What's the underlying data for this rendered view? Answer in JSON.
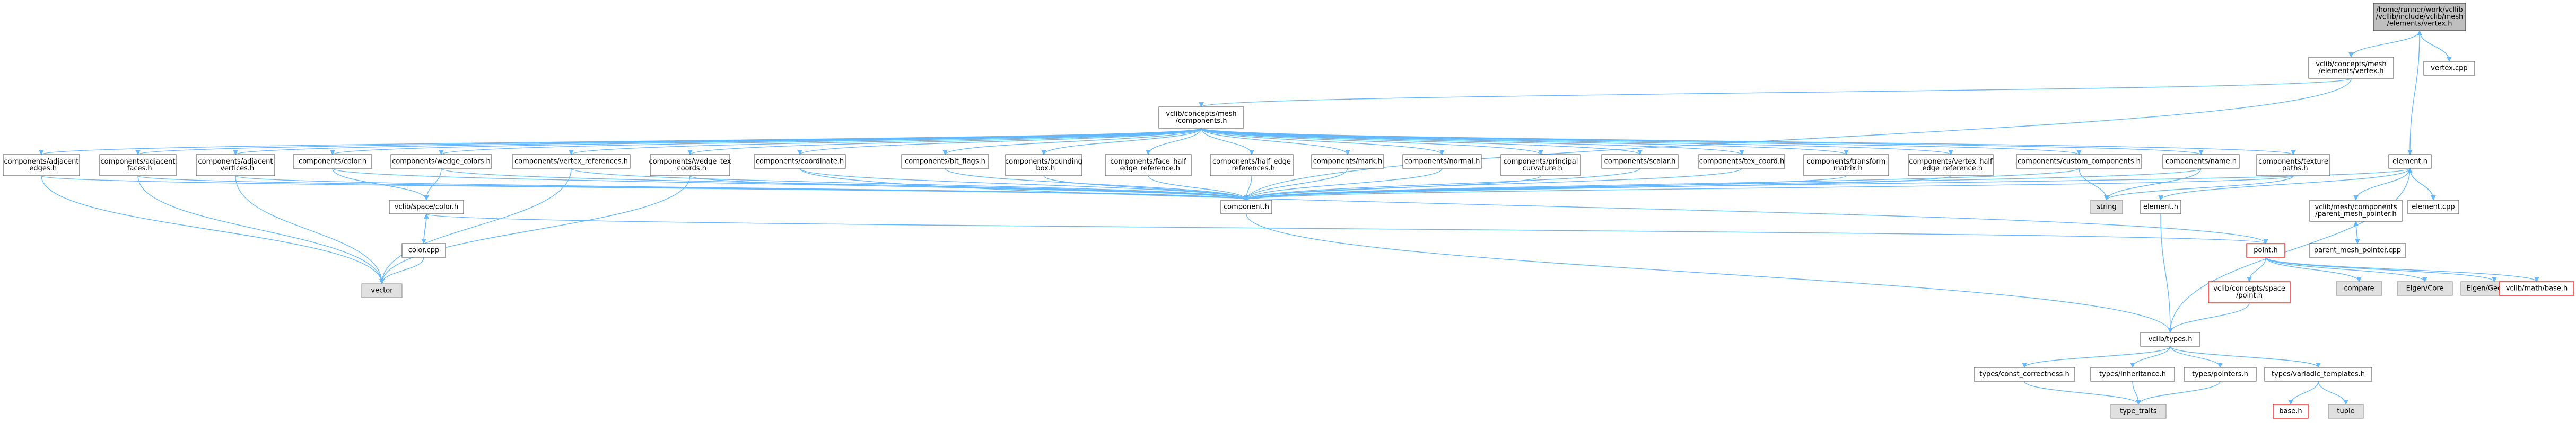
{
  "diagram": {
    "nodes": [
      {
        "id": "root",
        "lines": [
          "/home/runner/work/vcllib",
          "/vcllib/include/vclib/mesh",
          "/elements/vertex.h"
        ],
        "kind": "root"
      },
      {
        "id": "concepts_vertex",
        "lines": [
          "vclib/concepts/mesh",
          "/elements/vertex.h"
        ],
        "kind": "doc"
      },
      {
        "id": "vertex_cpp",
        "lines": [
          "vertex.cpp"
        ],
        "kind": "doc"
      },
      {
        "id": "concepts_components",
        "lines": [
          "vclib/concepts/mesh",
          "/components.h"
        ],
        "kind": "doc"
      },
      {
        "id": "adj_edges",
        "lines": [
          "components/adjacent",
          "_edges.h"
        ],
        "kind": "doc"
      },
      {
        "id": "adj_faces",
        "lines": [
          "components/adjacent",
          "_faces.h"
        ],
        "kind": "doc"
      },
      {
        "id": "adj_vertices",
        "lines": [
          "components/adjacent",
          "_vertices.h"
        ],
        "kind": "doc"
      },
      {
        "id": "color",
        "lines": [
          "components/color.h"
        ],
        "kind": "doc"
      },
      {
        "id": "wedge_colors",
        "lines": [
          "components/wedge_colors.h"
        ],
        "kind": "doc"
      },
      {
        "id": "vertex_refs",
        "lines": [
          "components/vertex_references.h"
        ],
        "kind": "doc"
      },
      {
        "id": "wedge_tex",
        "lines": [
          "components/wedge_tex",
          "_coords.h"
        ],
        "kind": "doc"
      },
      {
        "id": "coordinate",
        "lines": [
          "components/coordinate.h"
        ],
        "kind": "doc"
      },
      {
        "id": "bit_flags",
        "lines": [
          "components/bit_flags.h"
        ],
        "kind": "doc"
      },
      {
        "id": "bounding_box",
        "lines": [
          "components/bounding",
          "_box.h"
        ],
        "kind": "doc"
      },
      {
        "id": "face_half_edge",
        "lines": [
          "components/face_half",
          "_edge_reference.h"
        ],
        "kind": "doc"
      },
      {
        "id": "half_edge_refs",
        "lines": [
          "components/half_edge",
          "_references.h"
        ],
        "kind": "doc"
      },
      {
        "id": "mark",
        "lines": [
          "components/mark.h"
        ],
        "kind": "doc"
      },
      {
        "id": "normal",
        "lines": [
          "components/normal.h"
        ],
        "kind": "doc"
      },
      {
        "id": "principal_curv",
        "lines": [
          "components/principal",
          "_curvature.h"
        ],
        "kind": "doc"
      },
      {
        "id": "scalar",
        "lines": [
          "components/scalar.h"
        ],
        "kind": "doc"
      },
      {
        "id": "tex_coord",
        "lines": [
          "components/tex_coord.h"
        ],
        "kind": "doc"
      },
      {
        "id": "transform",
        "lines": [
          "components/transform",
          "_matrix.h"
        ],
        "kind": "doc"
      },
      {
        "id": "vertex_half_edge",
        "lines": [
          "components/vertex_half",
          "_edge_reference.h"
        ],
        "kind": "doc"
      },
      {
        "id": "custom_components",
        "lines": [
          "components/custom_components.h"
        ],
        "kind": "doc"
      },
      {
        "id": "name",
        "lines": [
          "components/name.h"
        ],
        "kind": "doc"
      },
      {
        "id": "texture_paths",
        "lines": [
          "components/texture",
          "_paths.h"
        ],
        "kind": "doc"
      },
      {
        "id": "element_h_top",
        "lines": [
          "element.h"
        ],
        "kind": "doc"
      },
      {
        "id": "space_color",
        "lines": [
          "vclib/space/color.h"
        ],
        "kind": "doc"
      },
      {
        "id": "component",
        "lines": [
          "component.h"
        ],
        "kind": "doc"
      },
      {
        "id": "string",
        "lines": [
          "string"
        ],
        "kind": "std"
      },
      {
        "id": "element_h",
        "lines": [
          "element.h"
        ],
        "kind": "doc"
      },
      {
        "id": "parent_mesh_pointer",
        "lines": [
          "vclib/mesh/components",
          "/parent_mesh_pointer.h"
        ],
        "kind": "doc"
      },
      {
        "id": "element_cpp",
        "lines": [
          "element.cpp"
        ],
        "kind": "doc"
      },
      {
        "id": "color_cpp",
        "lines": [
          "color.cpp"
        ],
        "kind": "doc"
      },
      {
        "id": "parent_mesh_pointer_cpp",
        "lines": [
          "parent_mesh_pointer.cpp"
        ],
        "kind": "doc"
      },
      {
        "id": "vector",
        "lines": [
          "vector"
        ],
        "kind": "std"
      },
      {
        "id": "point",
        "lines": [
          "point.h"
        ],
        "kind": "trunc"
      },
      {
        "id": "concepts_space_point",
        "lines": [
          "vclib/concepts/space",
          "/point.h"
        ],
        "kind": "trunc"
      },
      {
        "id": "compare",
        "lines": [
          "compare"
        ],
        "kind": "std"
      },
      {
        "id": "eigen_core",
        "lines": [
          "Eigen/Core"
        ],
        "kind": "std"
      },
      {
        "id": "eigen_geometry",
        "lines": [
          "Eigen/Geometry"
        ],
        "kind": "std"
      },
      {
        "id": "math_base",
        "lines": [
          "vclib/math/base.h"
        ],
        "kind": "trunc"
      },
      {
        "id": "types",
        "lines": [
          "vclib/types.h"
        ],
        "kind": "doc"
      },
      {
        "id": "const_correctness",
        "lines": [
          "types/const_correctness.h"
        ],
        "kind": "doc"
      },
      {
        "id": "inheritance",
        "lines": [
          "types/inheritance.h"
        ],
        "kind": "doc"
      },
      {
        "id": "pointers",
        "lines": [
          "types/pointers.h"
        ],
        "kind": "doc"
      },
      {
        "id": "variadic_templates",
        "lines": [
          "types/variadic_templates.h"
        ],
        "kind": "doc"
      },
      {
        "id": "base_h",
        "lines": [
          "base.h"
        ],
        "kind": "trunc"
      },
      {
        "id": "tuple",
        "lines": [
          "tuple"
        ],
        "kind": "std"
      },
      {
        "id": "type_traits",
        "lines": [
          "type_traits"
        ],
        "kind": "std"
      }
    ],
    "edges": [
      [
        "root",
        "concepts_vertex"
      ],
      [
        "root",
        "vertex_cpp"
      ],
      [
        "vertex_cpp",
        "root"
      ],
      [
        "root",
        "element_h_top"
      ],
      [
        "concepts_vertex",
        "concepts_components"
      ],
      [
        "concepts_vertex",
        "component"
      ],
      [
        "concepts_components",
        "adj_edges"
      ],
      [
        "concepts_components",
        "adj_faces"
      ],
      [
        "concepts_components",
        "adj_vertices"
      ],
      [
        "concepts_components",
        "color"
      ],
      [
        "concepts_components",
        "wedge_colors"
      ],
      [
        "concepts_components",
        "vertex_refs"
      ],
      [
        "concepts_components",
        "wedge_tex"
      ],
      [
        "concepts_components",
        "coordinate"
      ],
      [
        "concepts_components",
        "bit_flags"
      ],
      [
        "concepts_components",
        "bounding_box"
      ],
      [
        "concepts_components",
        "face_half_edge"
      ],
      [
        "concepts_components",
        "half_edge_refs"
      ],
      [
        "concepts_components",
        "mark"
      ],
      [
        "concepts_components",
        "normal"
      ],
      [
        "concepts_components",
        "principal_curv"
      ],
      [
        "concepts_components",
        "scalar"
      ],
      [
        "concepts_components",
        "tex_coord"
      ],
      [
        "concepts_components",
        "transform"
      ],
      [
        "concepts_components",
        "vertex_half_edge"
      ],
      [
        "concepts_components",
        "custom_components"
      ],
      [
        "concepts_components",
        "name"
      ],
      [
        "concepts_components",
        "texture_paths"
      ],
      [
        "adj_edges",
        "component"
      ],
      [
        "adj_edges",
        "vector"
      ],
      [
        "adj_faces",
        "component"
      ],
      [
        "adj_faces",
        "vector"
      ],
      [
        "adj_vertices",
        "component"
      ],
      [
        "adj_vertices",
        "vector"
      ],
      [
        "color",
        "component"
      ],
      [
        "color",
        "space_color"
      ],
      [
        "wedge_colors",
        "component"
      ],
      [
        "wedge_colors",
        "space_color"
      ],
      [
        "vertex_refs",
        "component"
      ],
      [
        "vertex_refs",
        "vector"
      ],
      [
        "wedge_tex",
        "component"
      ],
      [
        "wedge_tex",
        "vector"
      ],
      [
        "coordinate",
        "component"
      ],
      [
        "coordinate",
        "point"
      ],
      [
        "bit_flags",
        "component"
      ],
      [
        "bounding_box",
        "component"
      ],
      [
        "face_half_edge",
        "component"
      ],
      [
        "half_edge_refs",
        "component"
      ],
      [
        "mark",
        "component"
      ],
      [
        "normal",
        "component"
      ],
      [
        "principal_curv",
        "component"
      ],
      [
        "scalar",
        "component"
      ],
      [
        "tex_coord",
        "component"
      ],
      [
        "transform",
        "component"
      ],
      [
        "vertex_half_edge",
        "component"
      ],
      [
        "custom_components",
        "component"
      ],
      [
        "custom_components",
        "string"
      ],
      [
        "name",
        "component"
      ],
      [
        "name",
        "string"
      ],
      [
        "texture_paths",
        "component"
      ],
      [
        "texture_paths",
        "string"
      ],
      [
        "element_h_top",
        "component"
      ],
      [
        "element_h_top",
        "element_h"
      ],
      [
        "element_h_top",
        "parent_mesh_pointer"
      ],
      [
        "element_h_top",
        "element_cpp"
      ],
      [
        "element_cpp",
        "element_h_top"
      ],
      [
        "element_h_top",
        "types"
      ],
      [
        "space_color",
        "color_cpp"
      ],
      [
        "color_cpp",
        "space_color"
      ],
      [
        "space_color",
        "point"
      ],
      [
        "color_cpp",
        "vector"
      ],
      [
        "component",
        "types"
      ],
      [
        "element_h",
        "types"
      ],
      [
        "parent_mesh_pointer",
        "parent_mesh_pointer_cpp"
      ],
      [
        "parent_mesh_pointer_cpp",
        "parent_mesh_pointer"
      ],
      [
        "point",
        "concepts_space_point"
      ],
      [
        "point",
        "compare"
      ],
      [
        "point",
        "eigen_core"
      ],
      [
        "point",
        "eigen_geometry"
      ],
      [
        "point",
        "math_base"
      ],
      [
        "concepts_space_point",
        "types"
      ],
      [
        "types",
        "const_correctness"
      ],
      [
        "types",
        "inheritance"
      ],
      [
        "types",
        "pointers"
      ],
      [
        "types",
        "variadic_templates"
      ],
      [
        "const_correctness",
        "type_traits"
      ],
      [
        "inheritance",
        "type_traits"
      ],
      [
        "pointers",
        "type_traits"
      ],
      [
        "variadic_templates",
        "base_h"
      ],
      [
        "variadic_templates",
        "tuple"
      ]
    ]
  }
}
